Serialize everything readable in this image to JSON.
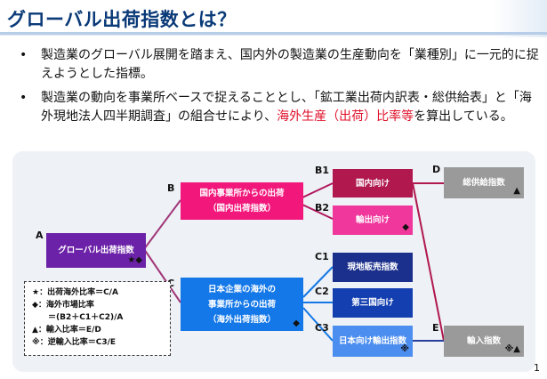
{
  "title": "グローバル出荷指数とは？",
  "bullets": [
    {
      "dot": "•",
      "text": "製造業のグローバル展開を踏まえ、国内外の製造業の生産動向を「業種別」に一元的に捉えようとした指標。",
      "red": ""
    },
    {
      "dot": "•",
      "text": "製造業の動向を事業所ベースで捉えることとし、「鉱工業出荷内訳表・総供給表」と「海外現地法人四半期調査」の組合せにより、",
      "red": "海外生産（出荷）比率等",
      "tail": "を算出している。"
    }
  ],
  "diagram": {
    "labels": {
      "A": "A",
      "B": "B",
      "B1": "B1",
      "B2": "B2",
      "C": "C",
      "C1": "C1",
      "C2": "C2",
      "C3": "C3",
      "D": "D",
      "E": "E"
    },
    "global": {
      "text": "グローバル出荷指数",
      "mark": "★◆"
    },
    "domestic": {
      "line1": "国内事業所からの出荷",
      "line2": "（国内出荷指数）"
    },
    "overseas": {
      "line1": "日本企業の海外の",
      "line2": "事業所からの出荷",
      "line3": "（海外出荷指数）",
      "mark": "◆"
    },
    "b1": {
      "text": "国内向け"
    },
    "b2": {
      "text": "輸出向け",
      "mark": "◆"
    },
    "c1": {
      "text": "現地販売指数"
    },
    "c2": {
      "text": "第三国向け"
    },
    "c3": {
      "text": "日本向け輸出指数",
      "mark": "※"
    },
    "d": {
      "text": "総供給指数",
      "mark": "▲"
    },
    "e": {
      "text": "輸入指数",
      "mark": "※▲"
    }
  },
  "legend": [
    "★：出荷海外比率＝C/A",
    "◆：海外市場比率",
    "　　＝(B2＋C1＋C2)/A",
    "▲：輸入比率＝E/D",
    "※：逆輸入比率＝C3/E"
  ],
  "page_number": "1",
  "colors": {
    "title": "#0a3a78",
    "red": "#e0102a",
    "purple": "#6c22a8",
    "pink": "#f2177b",
    "blue": "#1478e8",
    "navy": "#1b2f8c",
    "gray": "#9a9a9a"
  }
}
